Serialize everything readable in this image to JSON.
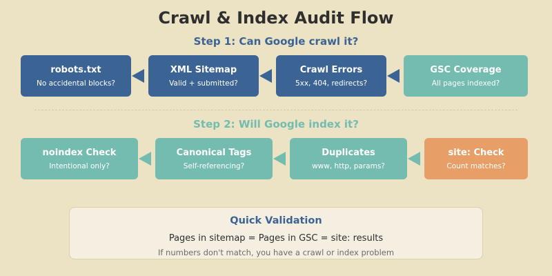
{
  "title": "Crawl & Index Audit Flow",
  "step1": {
    "heading": "Step 1: Can Google crawl it?",
    "boxes": [
      {
        "label": "robots.txt",
        "sub": "No accidental blocks?"
      },
      {
        "label": "XML Sitemap",
        "sub": "Valid + submitted?"
      },
      {
        "label": "Crawl Errors",
        "sub": "5xx, 404, redirects?"
      },
      {
        "label": "GSC Coverage",
        "sub": "All pages indexed?"
      }
    ]
  },
  "step2": {
    "heading": "Step 2: Will Google index it?",
    "boxes": [
      {
        "label": "noindex Check",
        "sub": "Intentional only?"
      },
      {
        "label": "Canonical Tags",
        "sub": "Self-referencing?"
      },
      {
        "label": "Duplicates",
        "sub": "www, http, params?"
      },
      {
        "label": "site: Check",
        "sub": "Count matches?"
      }
    ]
  },
  "validation": {
    "title": "Quick Validation",
    "formula": "Pages in sitemap = Pages in GSC = site: results",
    "note": "If numbers don't match, you have a crawl or index problem"
  },
  "colors": {
    "background": "#ebe3c3",
    "blue": "#3b6394",
    "teal": "#73bcaf",
    "orange": "#e79e67"
  }
}
